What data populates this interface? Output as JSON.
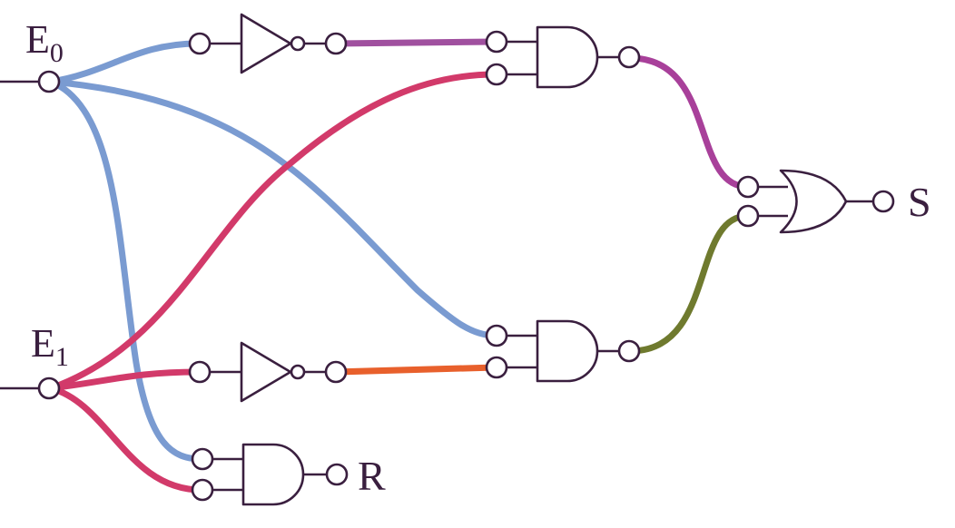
{
  "labels": {
    "e0_main": "E",
    "e0_sub": "0",
    "e1_main": "E",
    "e1_sub": "1",
    "output_s": "S",
    "output_r": "R"
  },
  "colors": {
    "gate_stroke": "#3a1f3f",
    "e0_wire": "#7a9bd1",
    "e1_wire": "#d23a6a",
    "not_e0_wire": "#a0509f",
    "not_e1_wire": "#e8602c",
    "and1_out_wire": "#a8409a",
    "and2_out_wire": "#6f7a2e"
  }
}
